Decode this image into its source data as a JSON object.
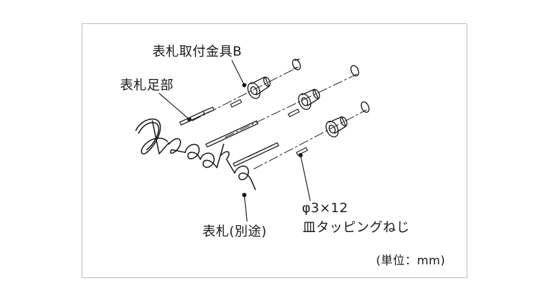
{
  "labels": {
    "bracket": "表札取付金具B",
    "foot": "表札足部",
    "plate": "表札(別途)",
    "screw_size": "φ3×12",
    "screw_type": "皿タッピングねじ",
    "unit": "(単位：mm)"
  },
  "nameplate_text": "Asaoka",
  "colors": {
    "line": "#1a1a1a",
    "border": "#b9b9b9",
    "background": "#ffffff"
  }
}
